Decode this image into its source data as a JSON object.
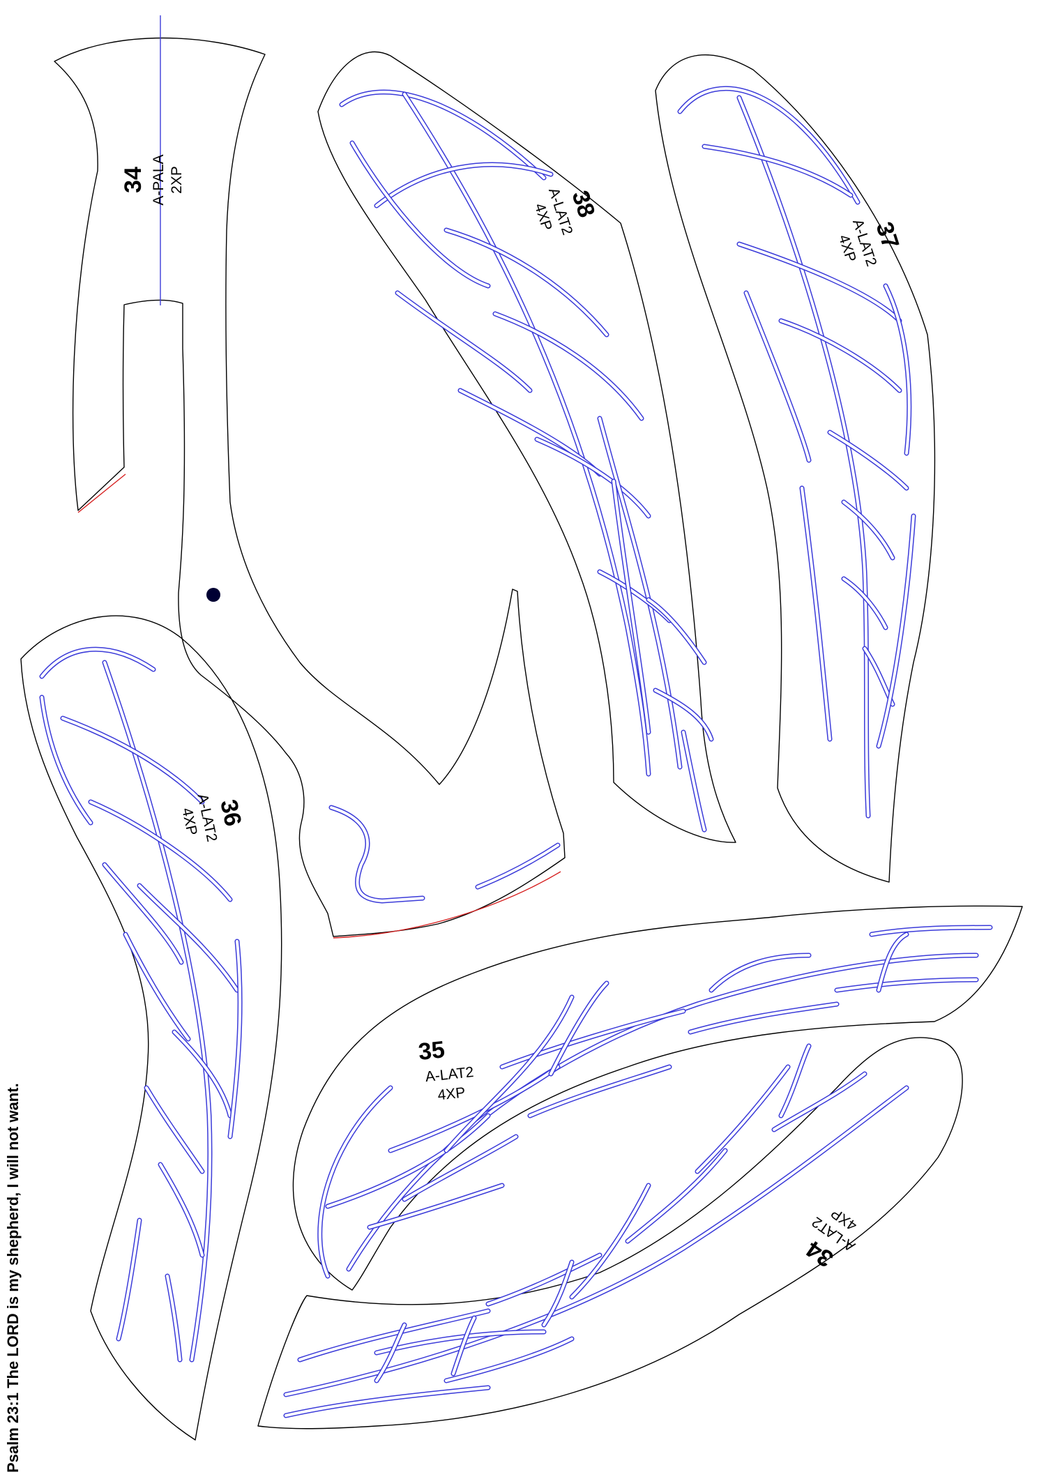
{
  "colors": {
    "outline": "#000000",
    "vein": "#3b3bd9",
    "cut_line": "#d62020",
    "marker": "#000033"
  },
  "pieces": [
    {
      "id": "piece-34-pala",
      "number": "34",
      "code": "A-PALA",
      "qty": "2XP"
    },
    {
      "id": "piece-38",
      "number": "38",
      "code": "A-LAT2",
      "qty": "4XP"
    },
    {
      "id": "piece-37",
      "number": "37",
      "code": "A-LAT2",
      "qty": "4XP"
    },
    {
      "id": "piece-36",
      "number": "36",
      "code": "A-LAT2",
      "qty": "4XP"
    },
    {
      "id": "piece-35",
      "number": "35",
      "code": "A-LAT2",
      "qty": "4XP"
    },
    {
      "id": "piece-34-lat",
      "number": "34",
      "code": "A-LAT2",
      "qty": "4XP"
    }
  ],
  "verse": "Psalm 23:1 The LORD is my shepherd, I will not want."
}
